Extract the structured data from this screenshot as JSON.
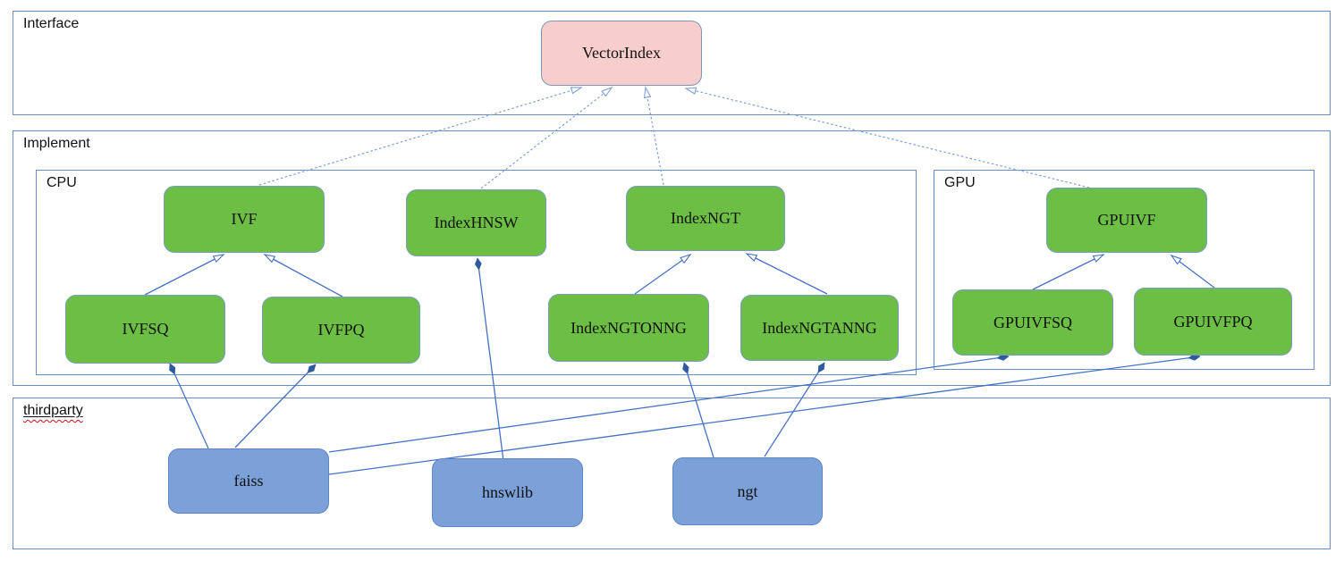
{
  "containers": {
    "interface": {
      "label": "Interface"
    },
    "implement": {
      "label": "Implement"
    },
    "cpu": {
      "label": "CPU"
    },
    "gpu": {
      "label": "GPU"
    },
    "thirdparty": {
      "label": "thirdparty"
    }
  },
  "nodes": {
    "vectorindex": {
      "label": "VectorIndex",
      "kind": "interface"
    },
    "ivf": {
      "label": "IVF",
      "kind": "cpu-implementation"
    },
    "indexhnsw": {
      "label": "IndexHNSW",
      "kind": "cpu-implementation"
    },
    "indexngt": {
      "label": "IndexNGT",
      "kind": "cpu-implementation"
    },
    "ivfsq": {
      "label": "IVFSQ",
      "kind": "cpu-implementation"
    },
    "ivfpq": {
      "label": "IVFPQ",
      "kind": "cpu-implementation"
    },
    "indexngtonng": {
      "label": "IndexNGTONNG",
      "kind": "cpu-implementation"
    },
    "indexngtanng": {
      "label": "IndexNGTANNG",
      "kind": "cpu-implementation"
    },
    "gpuivf": {
      "label": "GPUIVF",
      "kind": "gpu-implementation"
    },
    "gpuivfsq": {
      "label": "GPUIVFSQ",
      "kind": "gpu-implementation"
    },
    "gpuivfpq": {
      "label": "GPUIVFPQ",
      "kind": "gpu-implementation"
    },
    "faiss": {
      "label": "faiss",
      "kind": "thirdparty-library"
    },
    "hnswlib": {
      "label": "hnswlib",
      "kind": "thirdparty-library"
    },
    "ngt": {
      "label": "ngt",
      "kind": "thirdparty-library"
    }
  },
  "edges": [
    {
      "from": "IVF",
      "to": "VectorIndex",
      "type": "realization-dashed-open-arrow"
    },
    {
      "from": "IndexHNSW",
      "to": "VectorIndex",
      "type": "realization-dashed-open-arrow"
    },
    {
      "from": "IndexNGT",
      "to": "VectorIndex",
      "type": "realization-dashed-open-arrow"
    },
    {
      "from": "GPUIVF",
      "to": "VectorIndex",
      "type": "realization-dashed-open-arrow"
    },
    {
      "from": "IVFSQ",
      "to": "IVF",
      "type": "generalization-open-arrow"
    },
    {
      "from": "IVFPQ",
      "to": "IVF",
      "type": "generalization-open-arrow"
    },
    {
      "from": "IndexNGTONNG",
      "to": "IndexNGT",
      "type": "generalization-open-arrow"
    },
    {
      "from": "IndexNGTANNG",
      "to": "IndexNGT",
      "type": "generalization-open-arrow"
    },
    {
      "from": "GPUIVFSQ",
      "to": "GPUIVF",
      "type": "generalization-open-arrow"
    },
    {
      "from": "GPUIVFPQ",
      "to": "GPUIVF",
      "type": "generalization-open-arrow"
    },
    {
      "from": "faiss",
      "to": "IVFSQ",
      "type": "composition-filled-diamond"
    },
    {
      "from": "faiss",
      "to": "IVFPQ",
      "type": "composition-filled-diamond"
    },
    {
      "from": "faiss",
      "to": "GPUIVFSQ",
      "type": "composition-filled-diamond"
    },
    {
      "from": "faiss",
      "to": "GPUIVFPQ",
      "type": "composition-filled-diamond"
    },
    {
      "from": "hnswlib",
      "to": "IndexHNSW",
      "type": "composition-filled-diamond"
    },
    {
      "from": "ngt",
      "to": "IndexNGTONNG",
      "type": "composition-filled-diamond"
    },
    {
      "from": "ngt",
      "to": "IndexNGTANNG",
      "type": "composition-filled-diamond"
    }
  ],
  "colors": {
    "container_border": "#6c8ebf",
    "node_green_fill": "#6cbe45",
    "node_green_border": "#7a9cc4",
    "node_blue_fill": "#7ba1d8",
    "node_blue_border": "#5e86c4",
    "node_pink_fill": "#f8cecc",
    "node_pink_border": "#7d96bb",
    "edge_solid": "#4472c4",
    "edge_dashed": "#7c9fd6",
    "diamond_fill": "#2f5b9e",
    "spellcheck_squiggle": "#cc1111"
  }
}
